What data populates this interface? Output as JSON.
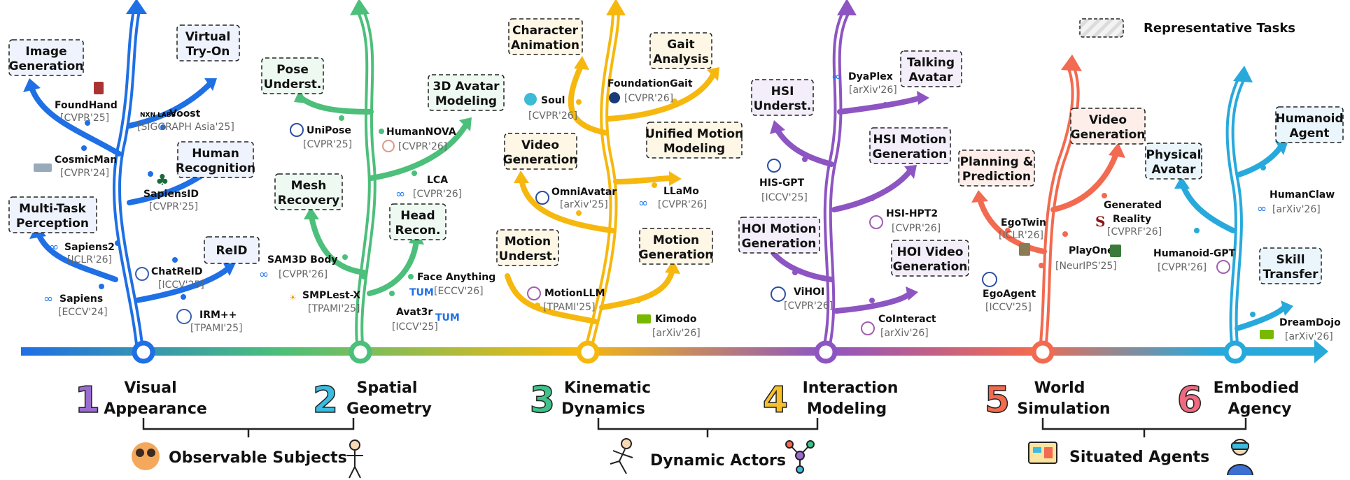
{
  "legend": {
    "label": "Representative Tasks"
  },
  "stages": [
    {
      "num": "1",
      "line1": "Visual",
      "line2": "Appearance",
      "color": "#1f6fe5"
    },
    {
      "num": "2",
      "line1": "Spatial",
      "line2": "Geometry",
      "color": "#4cbf7a"
    },
    {
      "num": "3",
      "line1": "Kinematic",
      "line2": "Dynamics",
      "color": "#f6b80e"
    },
    {
      "num": "4",
      "line1": "Interaction",
      "line2": "Modeling",
      "color": "#8d55c2"
    },
    {
      "num": "5",
      "line1": "World",
      "line2": "Simulation",
      "color": "#f26a50"
    },
    {
      "num": "6",
      "line1": "Embodied",
      "line2": "Agency",
      "color": "#28a9dc"
    }
  ],
  "groups": [
    {
      "label": "Observable Subjects"
    },
    {
      "label": "Dynamic Actors"
    },
    {
      "label": "Situated Agents"
    }
  ],
  "tasks": [
    {
      "line1": "Image",
      "line2": "Generation"
    },
    {
      "line1": "Virtual",
      "line2": "Try-On"
    },
    {
      "line1": "Human",
      "line2": "Recognition"
    },
    {
      "line1": "Multi-Task",
      "line2": "Perception"
    },
    {
      "line1": "ReID",
      "line2": ""
    },
    {
      "line1": "Pose",
      "line2": "Underst."
    },
    {
      "line1": "3D Avatar",
      "line2": "Modeling"
    },
    {
      "line1": "Mesh",
      "line2": "Recovery"
    },
    {
      "line1": "Head",
      "line2": "Recon."
    },
    {
      "line1": "Character",
      "line2": "Animation"
    },
    {
      "line1": "Gait",
      "line2": "Analysis"
    },
    {
      "line1": "Video",
      "line2": "Generation"
    },
    {
      "line1": "Unified Motion",
      "line2": "Modeling"
    },
    {
      "line1": "Motion",
      "line2": "Underst."
    },
    {
      "line1": "Motion",
      "line2": "Generation"
    },
    {
      "line1": "HSI",
      "line2": "Underst."
    },
    {
      "line1": "Talking",
      "line2": "Avatar"
    },
    {
      "line1": "HSI Motion",
      "line2": "Generation"
    },
    {
      "line1": "HOI Motion",
      "line2": "Generation"
    },
    {
      "line1": "HOI Video",
      "line2": "Generation"
    },
    {
      "line1": "Planning &",
      "line2": "Prediction"
    },
    {
      "line1": "Video",
      "line2": "Generation"
    },
    {
      "line1": "Physical",
      "line2": "Avatar"
    },
    {
      "line1": "Humanoid",
      "line2": "Agent"
    },
    {
      "line1": "Skill",
      "line2": "Transfer"
    }
  ],
  "models": [
    {
      "name": "FoundHand",
      "venue": "[CVPR'25]"
    },
    {
      "name": "Voost",
      "venue": "[SIGGRAPH Asia'25]"
    },
    {
      "name": "CosmicMan",
      "venue": "[CVPR'24]"
    },
    {
      "name": "SapiensID",
      "venue": "[CVPR'25]"
    },
    {
      "name": "Sapiens2",
      "venue": "[ICLR'26]"
    },
    {
      "name": "ChatReID",
      "venue": "[ICCV'25]"
    },
    {
      "name": "Sapiens",
      "venue": "[ECCV'24]"
    },
    {
      "name": "IRM++",
      "venue": "[TPAMI'25]"
    },
    {
      "name": "UniPose",
      "venue": "[CVPR'25]"
    },
    {
      "name": "HumanNOVA",
      "venue": "[CVPR'26]"
    },
    {
      "name": "LCA",
      "venue": "[CVPR'26]"
    },
    {
      "name": "SAM3D Body",
      "venue": "[CVPR'26]"
    },
    {
      "name": "Face Anything",
      "venue": "[ECCV'26]"
    },
    {
      "name": "SMPLest-X",
      "venue": "[TPAMI'25]"
    },
    {
      "name": "Avat3r",
      "venue": "[ICCV'25]"
    },
    {
      "name": "Soul",
      "venue": "[CVPR'26]"
    },
    {
      "name": "FoundationGait",
      "venue": "[CVPR'26]"
    },
    {
      "name": "OmniAvatar",
      "venue": "[arXiv'25]"
    },
    {
      "name": "LLaMo",
      "venue": "[CVPR'26]"
    },
    {
      "name": "MotionLLM",
      "venue": "[TPAMI'25]"
    },
    {
      "name": "Kimodo",
      "venue": "[arXiv'26]"
    },
    {
      "name": "DyaPlex",
      "venue": "[arXiv'26]"
    },
    {
      "name": "HIS-GPT",
      "venue": "[ICCV'25]"
    },
    {
      "name": "HSI-HPT2",
      "venue": "[CVPR'26]"
    },
    {
      "name": "ViHOI",
      "venue": "[CVPR'26]"
    },
    {
      "name": "CoInteract",
      "venue": "[arXiv'26]"
    },
    {
      "name": "EgoTwin",
      "venue": "[ICLR'26]"
    },
    {
      "name": "Generated",
      "venue": ""
    },
    {
      "name": "Reality",
      "venue": "[CVPRF'26]"
    },
    {
      "name": "PlayOne",
      "venue": "[NeurIPS'25]"
    },
    {
      "name": "EgoAgent",
      "venue": "[ICCV'25]"
    },
    {
      "name": "HumanClaw",
      "venue": "[arXiv'26]"
    },
    {
      "name": "Humanoid-GPT",
      "venue": "[CVPR'26]"
    },
    {
      "name": "DreamDojo",
      "venue": "[arXiv'26]"
    }
  ]
}
